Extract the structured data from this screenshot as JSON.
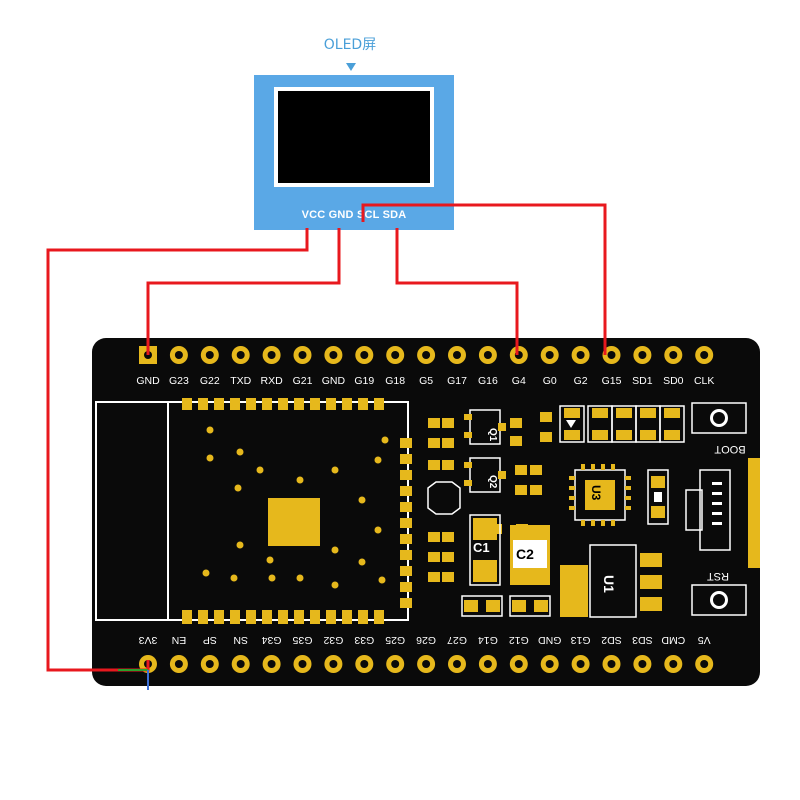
{
  "oled": {
    "title": "OLED屏",
    "pin_labels": "VCC GND SCL SDA"
  },
  "board": {
    "top_pins": [
      "GND",
      "G23",
      "G22",
      "TXD",
      "RXD",
      "G21",
      "GND",
      "G19",
      "G18",
      "G5",
      "G17",
      "G16",
      "G4",
      "G0",
      "G2",
      "G15",
      "SD1",
      "SD0",
      "CLK"
    ],
    "bottom_pins": [
      "3V3",
      "EN",
      "SP",
      "SN",
      "G34",
      "G35",
      "G32",
      "G33",
      "G25",
      "G26",
      "G27",
      "G14",
      "G12",
      "GND",
      "G13",
      "SD2",
      "SD3",
      "CMD",
      "V5"
    ],
    "silk": {
      "boot": "BOOT",
      "rst": "RST",
      "c1": "C1",
      "c2": "C2",
      "u1": "U1",
      "u3": "U3",
      "q1": "Q1",
      "q2": "Q2"
    }
  },
  "colors": {
    "wire": "#e8181e",
    "pcb": "#0a0a0a",
    "gold": "#e6b81c",
    "oled_frame": "#5aa8e6",
    "label": "#4a9fd8"
  }
}
